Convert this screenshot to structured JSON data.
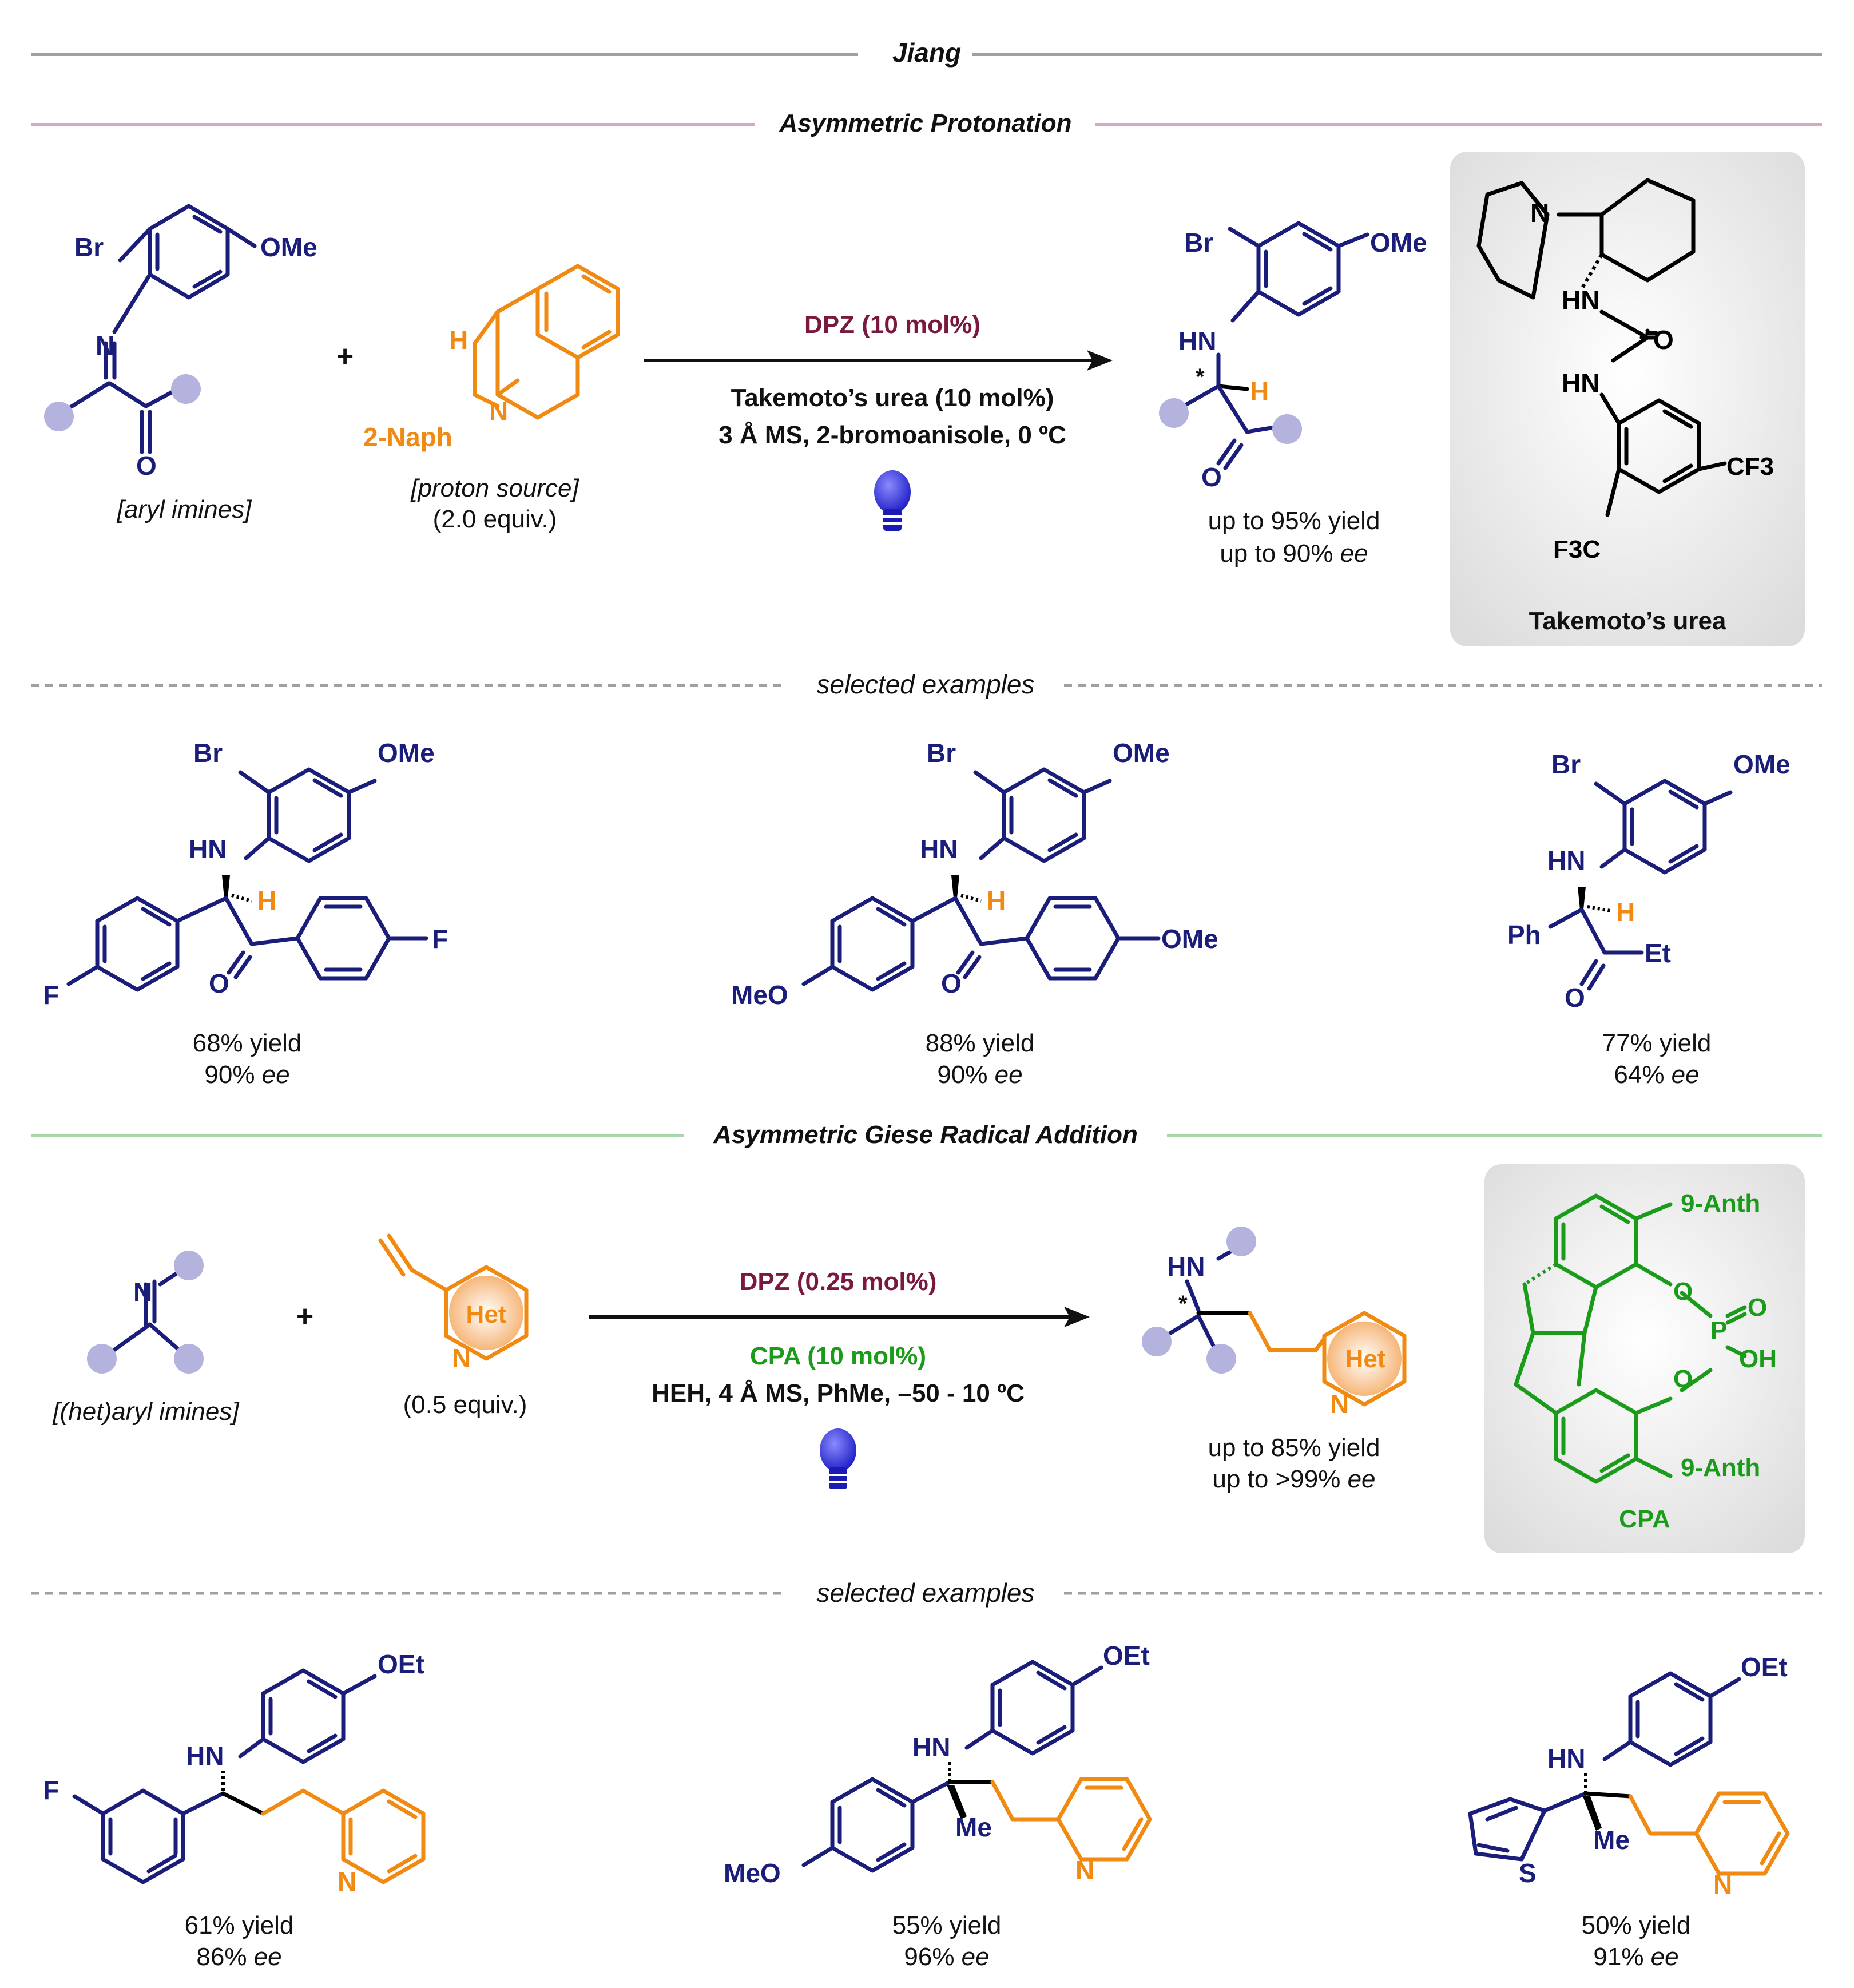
{
  "header": {
    "title": "Jiang"
  },
  "section1": {
    "title": "Asymmetric Protonation",
    "reactant1_label": "[aryl imines]",
    "reactant2_label": "[proton source]",
    "reactant2_equiv": "(2.0 equiv.)",
    "plus": "+",
    "photocatalyst": "DPZ (10 mol%)",
    "catalyst": "Takemoto’s urea (10 mol%)",
    "conditions": "3 Å MS, 2-bromoanisole, 0 ºC",
    "product_yield": "up to 95% yield",
    "product_ee_prefix": "up to 90% ",
    "ee": "ee",
    "catalyst_box_label": "Takemoto’s urea",
    "examples_label": "selected examples",
    "examples": [
      {
        "yield": "68% yield",
        "ee_value": "90% "
      },
      {
        "yield": "88% yield",
        "ee_value": "90% "
      },
      {
        "yield": "77% yield",
        "ee_value": "64% "
      }
    ]
  },
  "section2": {
    "title": "Asymmetric Giese Radical Addition",
    "reactant1_label": "[(het)aryl imines]",
    "reactant2_equiv": "(0.5 equiv.)",
    "plus": "+",
    "photocatalyst": "DPZ (0.25 mol%)",
    "catalyst": "CPA (10 mol%)",
    "conditions": "HEH, 4 Å MS, PhMe, –50 - 10 ºC",
    "product_yield": "up to 85% yield",
    "product_ee_prefix": "up to >99% ",
    "ee": "ee",
    "catalyst_box_label": "CPA",
    "examples_label": "selected examples",
    "examples": [
      {
        "yield": "61% yield",
        "ee_value": "86% "
      },
      {
        "yield": "55% yield",
        "ee_value": "96% "
      },
      {
        "yield": "50% yield",
        "ee_value": "91% "
      }
    ]
  },
  "atoms": {
    "Br": "Br",
    "OMe": "OMe",
    "MeO": "MeO",
    "OEt": "OEt",
    "N": "N",
    "O": "O",
    "H": "H",
    "HN": "HN",
    "F": "F",
    "Ph": "Ph",
    "Et": "Et",
    "Me": "Me",
    "S": "S",
    "P": "P",
    "OH": "OH",
    "Het": "Het",
    "Naph": "2-Naph",
    "Anth": "9-Anth",
    "CF3": "CF3",
    "F3C": "F3C",
    "star": "*"
  },
  "colors": {
    "substrate": "#1a1e7a",
    "reagent": "#f08a12",
    "cpa": "#1a9b1a",
    "photocatalyst": "#7a1840",
    "rule_top": "#a0a0a0",
    "rule_section1": "#d6a9c2",
    "rule_section2": "#a9d6a9",
    "catalyst_box": "#ececec",
    "lightbulb": "#3a3ae0"
  }
}
